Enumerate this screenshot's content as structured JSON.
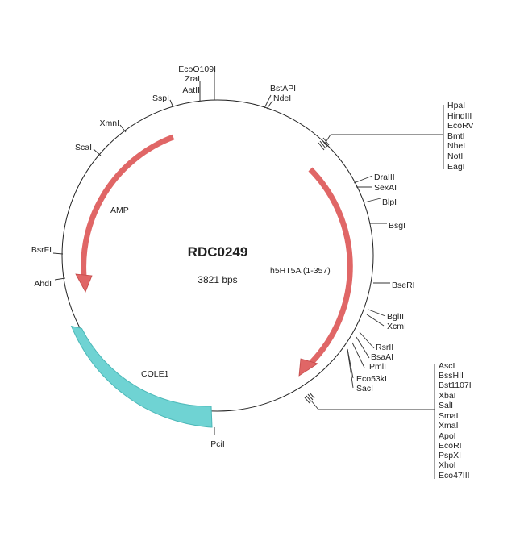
{
  "plasmid": {
    "name": "RDC0249",
    "size_label": "3821 bps"
  },
  "features": [
    {
      "id": "amp",
      "label": "AMP",
      "color": "#e06666",
      "type": "arrow"
    },
    {
      "id": "h5ht5a",
      "label": "h5HT5A (1-357)",
      "color": "#e06666",
      "type": "arrow"
    },
    {
      "id": "cole1",
      "label": "COLE1",
      "color": "#5fd0d0",
      "type": "band"
    }
  ],
  "sites": [
    {
      "id": "ecoo109i",
      "name": "EcoO109I"
    },
    {
      "id": "zrai",
      "name": "ZraI"
    },
    {
      "id": "aatii",
      "name": "AatII"
    },
    {
      "id": "sspi",
      "name": "SspI"
    },
    {
      "id": "xmni",
      "name": "XmnI"
    },
    {
      "id": "scai",
      "name": "ScaI"
    },
    {
      "id": "bsrfi",
      "name": "BsrFI"
    },
    {
      "id": "ahdi",
      "name": "AhdI"
    },
    {
      "id": "pcii",
      "name": "PciI"
    },
    {
      "id": "bstapi",
      "name": "BstAPI"
    },
    {
      "id": "ndei",
      "name": "NdeI"
    },
    {
      "id": "drai",
      "name": "DraIII"
    },
    {
      "id": "sexai",
      "name": "SexAI"
    },
    {
      "id": "blpi",
      "name": "BlpI"
    },
    {
      "id": "bsgi",
      "name": "BsgI"
    },
    {
      "id": "bseri",
      "name": "BseRI"
    },
    {
      "id": "bglii",
      "name": "BglII"
    },
    {
      "id": "xcmi",
      "name": "XcmI"
    },
    {
      "id": "rsrii",
      "name": "RsrII"
    },
    {
      "id": "bsaai",
      "name": "BsaAI"
    },
    {
      "id": "pmli",
      "name": "PmlI"
    },
    {
      "id": "eco53ki",
      "name": "Eco53kI"
    },
    {
      "id": "saci",
      "name": "SacI"
    }
  ],
  "cluster_top": [
    "HpaI",
    "HindIII",
    "EcoRV",
    "BmtI",
    "NheI",
    "NotI",
    "EagI"
  ],
  "cluster_bottom": [
    "AscI",
    "BssHII",
    "Bst1107I",
    "XbaI",
    "SalI",
    "SmaI",
    "XmaI",
    "ApoI",
    "EcoRI",
    "PspXI",
    "XhoI",
    "Eco47III"
  ]
}
